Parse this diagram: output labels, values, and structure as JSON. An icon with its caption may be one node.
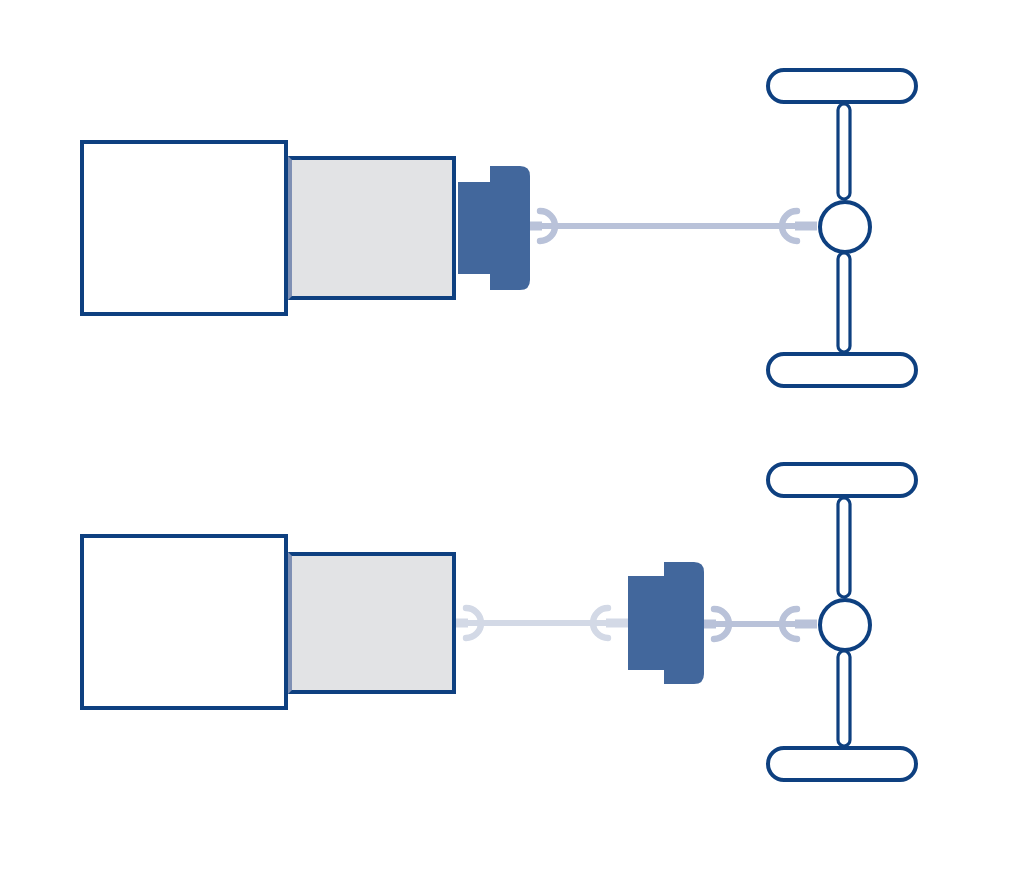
{
  "diagram": {
    "nodes": [
      {
        "text": [],
        "shape": "box"
      },
      {
        "text": [],
        "shape": "box"
      },
      {
        "text": [],
        "shape": "box"
      },
      {
        "text": [],
        "shape": "box"
      },
      {
        "text": [],
        "shape": "circle"
      },
      {
        "text": [],
        "shape": "box"
      },
      {
        "text": [],
        "shape": "box"
      },
      {
        "text": [],
        "shape": "box"
      },
      {
        "text": [],
        "shape": "box"
      },
      {
        "text": [],
        "shape": "box"
      },
      {
        "text": [],
        "shape": "circle"
      },
      {
        "text": [],
        "shape": "box"
      }
    ],
    "edges": [
      {
        "from": 2,
        "to": 4,
        "arrow": "other",
        "color": "#b9c2d9"
      },
      {
        "from": 4,
        "to": 3,
        "arrow": "none"
      },
      {
        "from": 4,
        "to": 5,
        "arrow": "none"
      },
      {
        "from": 7,
        "to": 8,
        "arrow": "other",
        "color": "#d3d9e6"
      },
      {
        "from": 8,
        "to": 10,
        "arrow": "other",
        "color": "#b9c2d9"
      },
      {
        "from": 10,
        "to": 9,
        "arrow": "none"
      },
      {
        "from": 10,
        "to": 11,
        "arrow": "none"
      }
    ]
  }
}
